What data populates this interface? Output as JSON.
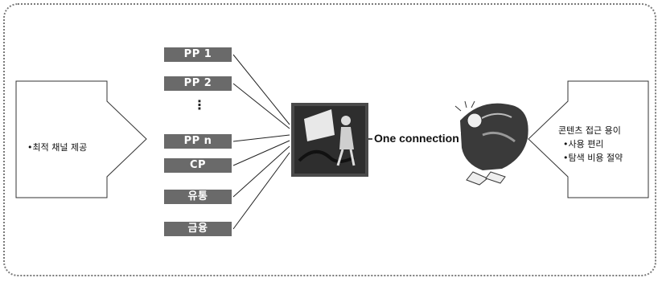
{
  "left_arrow": {
    "label": "•최적 채널 제공"
  },
  "providers": [
    "PP 1",
    "PP 2",
    "PP n",
    "CP",
    "유통",
    "금융"
  ],
  "ellipsis": "⋮",
  "connection_label": "One connection",
  "right_arrow": {
    "lines": [
      "콘텐츠 접근 용이",
      "•사용 편리",
      "•탐색 비용 절약"
    ]
  },
  "icons": {
    "center": "tv-viewer-icon",
    "right": "relaxed-person-icon"
  }
}
